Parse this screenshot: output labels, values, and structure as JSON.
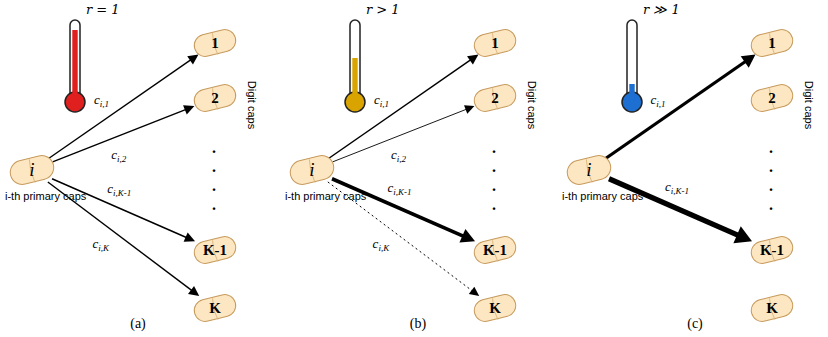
{
  "diagram": {
    "nodes": [
      {
        "text": [
          "i",
          "i-th primary caps"
        ]
      },
      {
        "text": [
          "1"
        ]
      },
      {
        "text": [
          "2"
        ]
      },
      {
        "text": [
          "K-1"
        ]
      },
      {
        "text": [
          "K"
        ]
      },
      {
        "text": [
          "i",
          "i-th primary caps"
        ]
      },
      {
        "text": [
          "1"
        ]
      },
      {
        "text": [
          "2"
        ]
      },
      {
        "text": [
          "K-1"
        ]
      },
      {
        "text": [
          "K"
        ]
      },
      {
        "text": [
          "i",
          "i-th primary caps"
        ]
      },
      {
        "text": [
          "1"
        ]
      },
      {
        "text": [
          "2"
        ]
      },
      {
        "text": [
          "K-1"
        ]
      },
      {
        "text": [
          "K"
        ]
      }
    ],
    "edges": [
      {
        "from": 0,
        "to": 1,
        "label": "ci,1",
        "arrow": "to"
      },
      {
        "from": 0,
        "to": 2,
        "label": "ci,2",
        "arrow": "to"
      },
      {
        "from": 0,
        "to": 3,
        "label": "ci,K-1",
        "arrow": "to"
      },
      {
        "from": 0,
        "to": 4,
        "label": "ci,K",
        "arrow": "to"
      },
      {
        "from": 5,
        "to": 6,
        "label": "ci,1",
        "arrow": "to"
      },
      {
        "from": 5,
        "to": 7,
        "label": "ci,2",
        "arrow": "to"
      },
      {
        "from": 5,
        "to": 8,
        "label": "ci,K-1",
        "arrow": "to"
      },
      {
        "from": 5,
        "to": 9,
        "label": "ci,K",
        "arrow": "to"
      },
      {
        "from": 10,
        "to": 11,
        "label": "ci,1",
        "arrow": "to"
      },
      {
        "from": 10,
        "to": 13,
        "label": "ci,K-1",
        "arrow": "to"
      }
    ],
    "labels": [
      "r = 1",
      "(a)",
      "Digit caps",
      ".",
      ".",
      ".",
      ".",
      "r > 1",
      "(b)",
      "Digit caps",
      ".",
      ".",
      ".",
      ".",
      "r ≫ 1",
      "(c)",
      "Digit caps",
      ".",
      ".",
      ".",
      "."
    ]
  }
}
